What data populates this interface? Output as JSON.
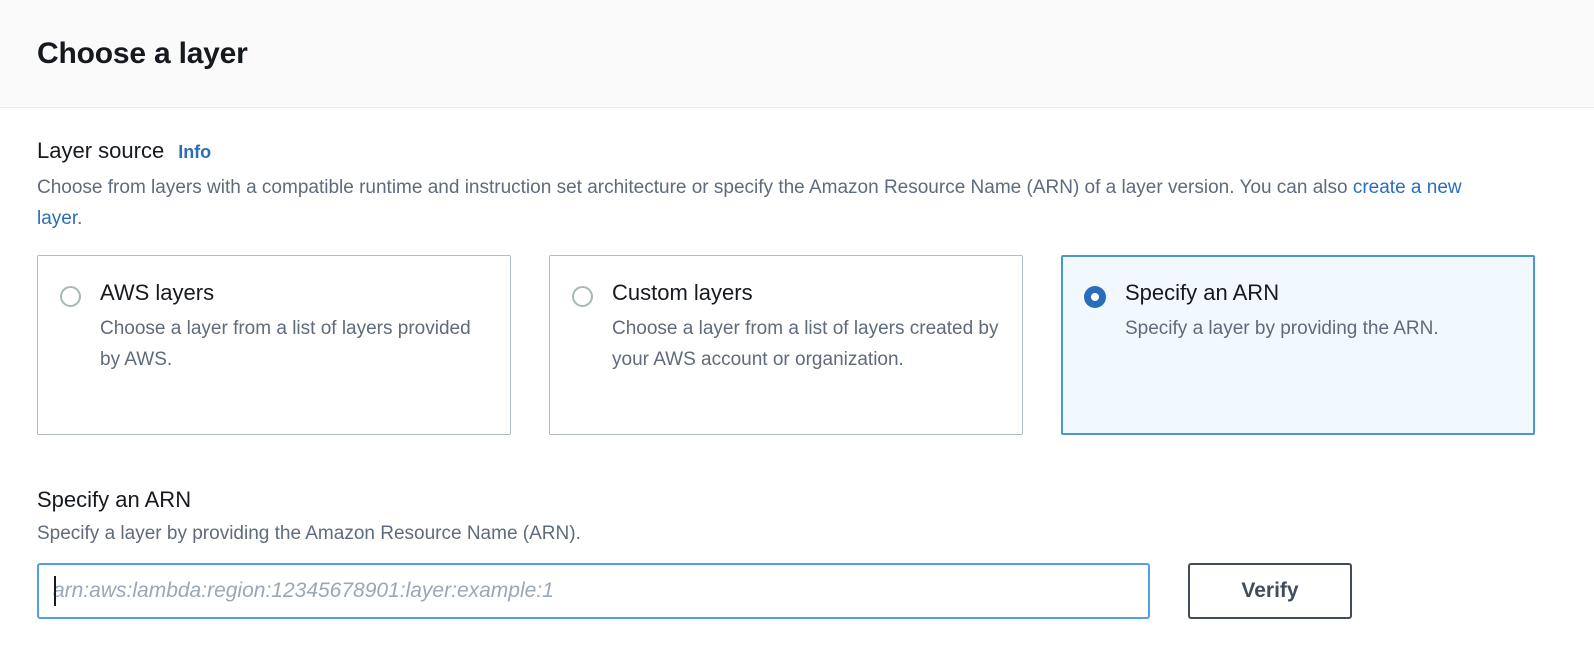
{
  "header": {
    "title": "Choose a layer"
  },
  "layer_source": {
    "label": "Layer source",
    "info_label": "Info",
    "description_part1": "Choose from layers with a compatible runtime and instruction set architecture or specify the Amazon Resource Name (ARN) of a layer version. You can also ",
    "description_link": "create a new layer",
    "description_part2": ".",
    "options": [
      {
        "title": "AWS layers",
        "description": "Choose a layer from a list of layers provided by AWS.",
        "selected": false
      },
      {
        "title": "Custom layers",
        "description": "Choose a layer from a list of layers created by your AWS account or organization.",
        "selected": false
      },
      {
        "title": "Specify an ARN",
        "description": "Specify a layer by providing the ARN.",
        "selected": true
      }
    ]
  },
  "arn_section": {
    "heading": "Specify an ARN",
    "subtext": "Specify a layer by providing the Amazon Resource Name (ARN).",
    "input_value": "",
    "input_placeholder": "arn:aws:lambda:region:12345678901:layer:example:1",
    "verify_label": "Verify"
  },
  "colors": {
    "accent_blue": "#2a6ebb",
    "focus_blue": "#539fe5",
    "selected_tile_bg": "#f1f8fe",
    "tile_border": "#b4bcc3",
    "text_primary": "#16191f",
    "text_secondary": "#5f6b7a",
    "button_border": "#414d5c",
    "header_bg": "#fafafa"
  }
}
